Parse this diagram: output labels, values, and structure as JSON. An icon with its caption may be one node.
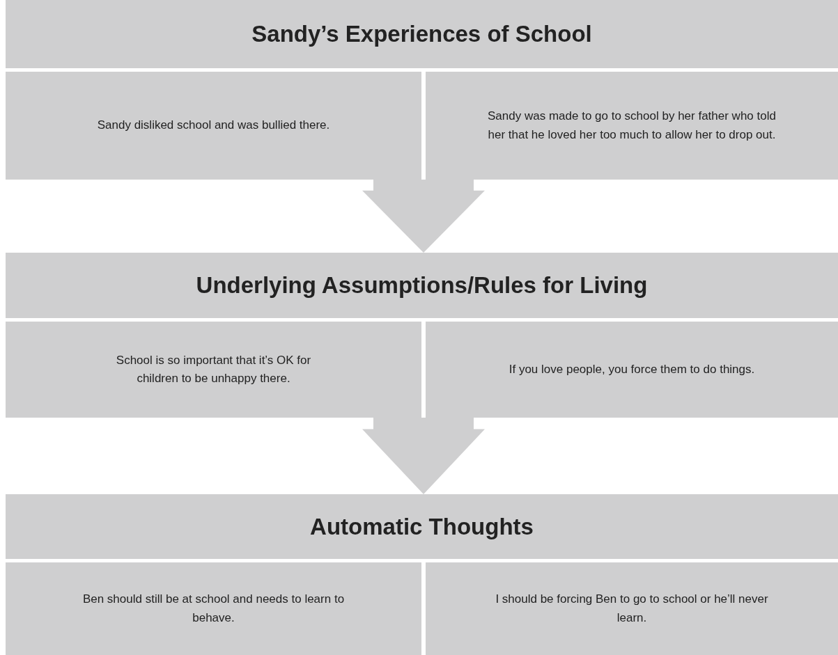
{
  "diagram": {
    "nodes": [
      {
        "text": [
          "Sandy’s Experiences of School"
        ]
      },
      {
        "text": [
          "Sandy disliked school and was bullied there."
        ]
      },
      {
        "text": [
          "Sandy was made to go to school by her father who told her that he loved her too much to allow her to drop out."
        ]
      },
      {
        "text": [
          "Underlying Assumptions/Rules for Living"
        ]
      },
      {
        "text": [
          "School is so important that it’s OK for children to be unhappy there."
        ]
      },
      {
        "text": [
          "If you love people, you force them to do things."
        ]
      },
      {
        "text": [
          "Automatic Thoughts"
        ]
      },
      {
        "text": [
          "Ben should still be at school and needs to learn to behave."
        ]
      },
      {
        "text": [
          "I should be forcing Ben to go to school or he’ll never learn."
        ]
      }
    ],
    "edges": [
      {
        "from": 1,
        "to": 3,
        "arrow": "to",
        "style": "thick"
      },
      {
        "from": 2,
        "to": 3,
        "arrow": "to",
        "style": "thick"
      },
      {
        "from": 4,
        "to": 6,
        "arrow": "to",
        "style": "thick"
      },
      {
        "from": 5,
        "to": 6,
        "arrow": "to",
        "style": "thick"
      }
    ]
  }
}
